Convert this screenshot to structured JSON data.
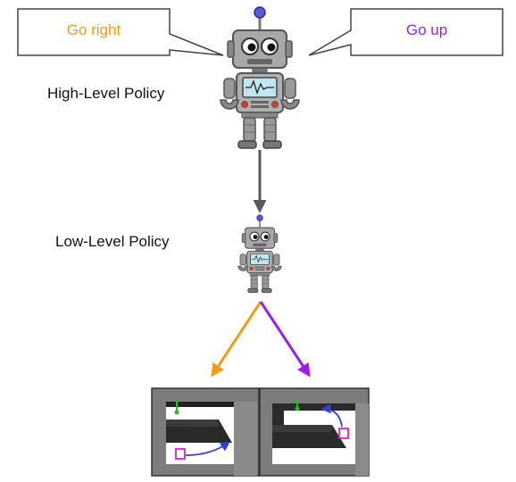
{
  "speech_left": {
    "text": "Go right",
    "color": "#f39c12"
  },
  "speech_right": {
    "text": "Go up",
    "color": "#9b1fe8"
  },
  "high_level_label": "High-Level Policy",
  "low_level_label": "Low-Level Policy",
  "arrow_colors": {
    "connector": "#5a5a5a",
    "left": "#f39c12",
    "right": "#9b1fe8"
  },
  "robot_colors": {
    "body": "#a8a8a8",
    "dark": "#6f6f6f",
    "screen": "#bfe6ef",
    "antenna": "#5b5bd6",
    "accent": "#e23a2a"
  }
}
